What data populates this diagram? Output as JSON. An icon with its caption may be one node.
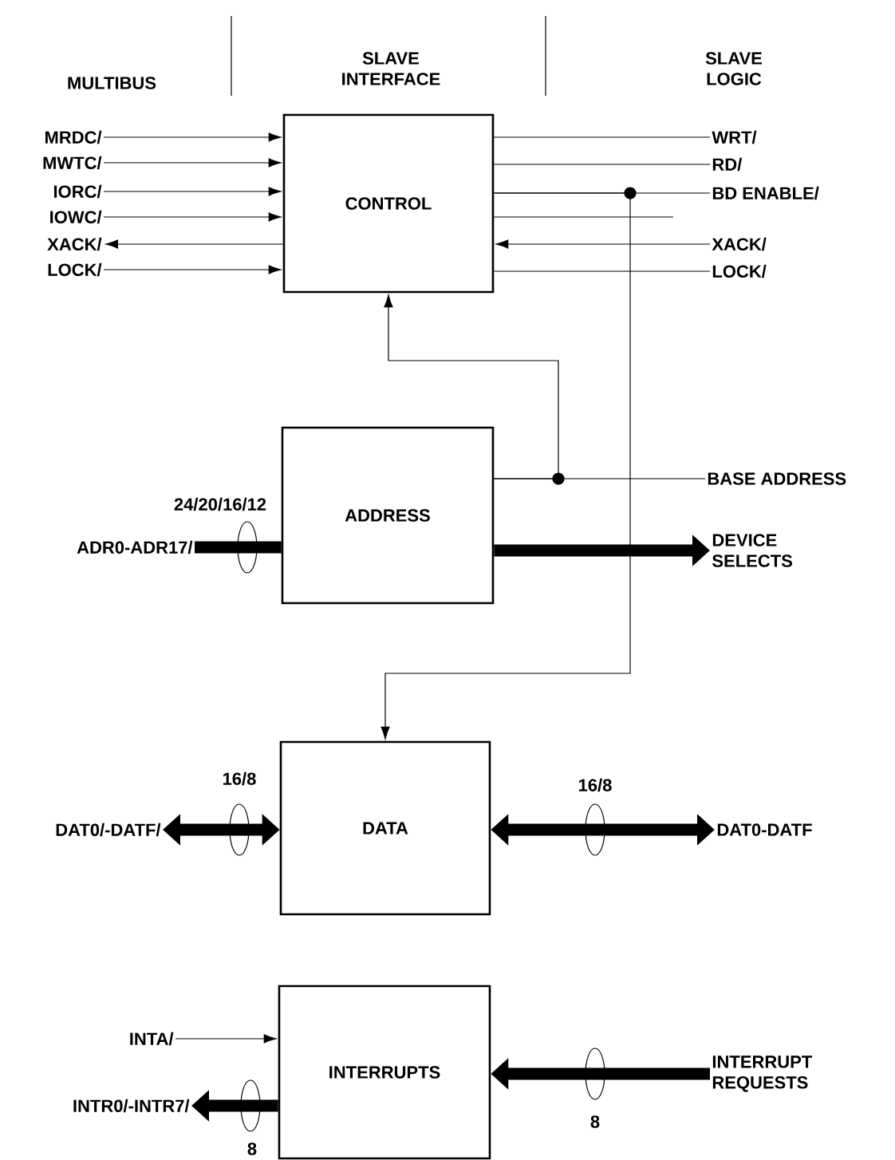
{
  "diagram": {
    "nodes": [
      {
        "text": [
          "CONTROL"
        ]
      },
      {
        "text": [
          "ADDRESS"
        ]
      },
      {
        "text": [
          "DATA"
        ]
      },
      {
        "text": [
          "INTERRUPTS"
        ]
      },
      {
        "text": [
          "MRDC/"
        ]
      },
      {
        "text": [
          "MWTC/"
        ]
      },
      {
        "text": [
          "IORC/"
        ]
      },
      {
        "text": [
          "IOWC/"
        ]
      },
      {
        "text": [
          "XACK/"
        ]
      },
      {
        "text": [
          "LOCK/"
        ]
      },
      {
        "text": [
          "WRT/"
        ]
      },
      {
        "text": [
          "RD/"
        ]
      },
      {
        "text": [
          "BD ENABLE/"
        ]
      },
      {
        "text": [
          "XACK/"
        ]
      },
      {
        "text": [
          "LOCK/"
        ]
      },
      {
        "text": [
          "BASE ADDRESS"
        ]
      },
      {
        "text": [
          "ADR0-ADR17/"
        ]
      },
      {
        "text": [
          "DEVICE SELECTS"
        ]
      },
      {
        "text": [
          "DAT0/-DATF/"
        ]
      },
      {
        "text": [
          "DAT0-DATF"
        ]
      },
      {
        "text": [
          "INTA/"
        ]
      },
      {
        "text": [
          "INTR0/-INTR7/"
        ]
      },
      {
        "text": [
          "INTERRUPT REQUESTS"
        ]
      }
    ],
    "edges": [
      {
        "from": 4,
        "to": 0,
        "arrow": "to"
      },
      {
        "from": 5,
        "to": 0,
        "arrow": "to"
      },
      {
        "from": 6,
        "to": 0,
        "arrow": "to"
      },
      {
        "from": 7,
        "to": 0,
        "arrow": "to"
      },
      {
        "from": 0,
        "to": 8,
        "arrow": "to"
      },
      {
        "from": 9,
        "to": 0,
        "arrow": "to"
      },
      {
        "from": 0,
        "to": 10,
        "arrow": "none"
      },
      {
        "from": 0,
        "to": 11,
        "arrow": "none"
      },
      {
        "from": 0,
        "to": 12,
        "arrow": "none"
      },
      {
        "from": 0,
        "to": null,
        "arrow": "none"
      },
      {
        "from": 13,
        "to": 0,
        "arrow": "to"
      },
      {
        "from": 0,
        "to": 14,
        "arrow": "none"
      },
      {
        "from": 1,
        "to": 15,
        "arrow": "none"
      },
      {
        "from": 1,
        "to": 0,
        "arrow": "to"
      },
      {
        "from": 0,
        "to": 2,
        "arrow": "to"
      },
      {
        "from": 16,
        "to": 1,
        "arrow": "none",
        "style": "thick",
        "label": "24/20/16/12"
      },
      {
        "from": 1,
        "to": 17,
        "arrow": "to",
        "style": "thick"
      },
      {
        "from": 18,
        "to": 2,
        "arrow": "both",
        "style": "thick",
        "label": "16/8"
      },
      {
        "from": 2,
        "to": 19,
        "arrow": "both",
        "style": "thick",
        "label": "16/8"
      },
      {
        "from": 20,
        "to": 3,
        "arrow": "to"
      },
      {
        "from": 3,
        "to": 21,
        "arrow": "to",
        "style": "thick",
        "label": "8"
      },
      {
        "from": 22,
        "to": 3,
        "arrow": "to",
        "style": "thick",
        "label": "8"
      }
    ],
    "labels": [
      "MULTIBUS",
      "SLAVE INTERFACE",
      "SLAVE LOGIC"
    ]
  }
}
